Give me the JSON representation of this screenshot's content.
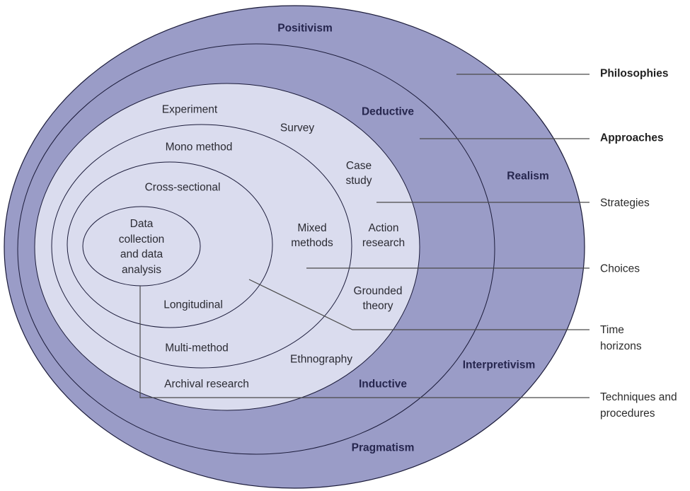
{
  "colors": {
    "outer_band": "#9a9cc7",
    "inner_fill": "#dadcee",
    "ring_stroke": "#1b1b3a",
    "leader_line": "#4a4a4a",
    "bold_label": "#26264e",
    "inner_label": "#2b2b33",
    "side_label": "#2b2b2b"
  },
  "philosophies": {
    "top": "Positivism",
    "right": "Realism",
    "bottom_right": "Interpretivism",
    "bottom": "Pragmatism"
  },
  "approaches": {
    "top": "Deductive",
    "bottom": "Inductive"
  },
  "strategies": {
    "experiment": "Experiment",
    "survey": "Survey",
    "case_study": "Case\nstudy",
    "action_research": "Action\nresearch",
    "grounded_theory": "Grounded\ntheory",
    "ethnography": "Ethnography",
    "archival_research": "Archival research"
  },
  "choices": {
    "mono_method": "Mono method",
    "mixed_methods": "Mixed\nmethods",
    "multi_method": "Multi-method"
  },
  "time_horizons": {
    "cross_sectional": "Cross-sectional",
    "longitudinal": "Longitudinal"
  },
  "core": "Data\ncollection\nand data\nanalysis",
  "side_labels": {
    "philosophies": "Philosophies",
    "approaches": "Approaches",
    "strategies": "Strategies",
    "choices": "Choices",
    "time_horizons": "Time\nhorizons",
    "techniques": "Techniques and\nprocedures"
  }
}
